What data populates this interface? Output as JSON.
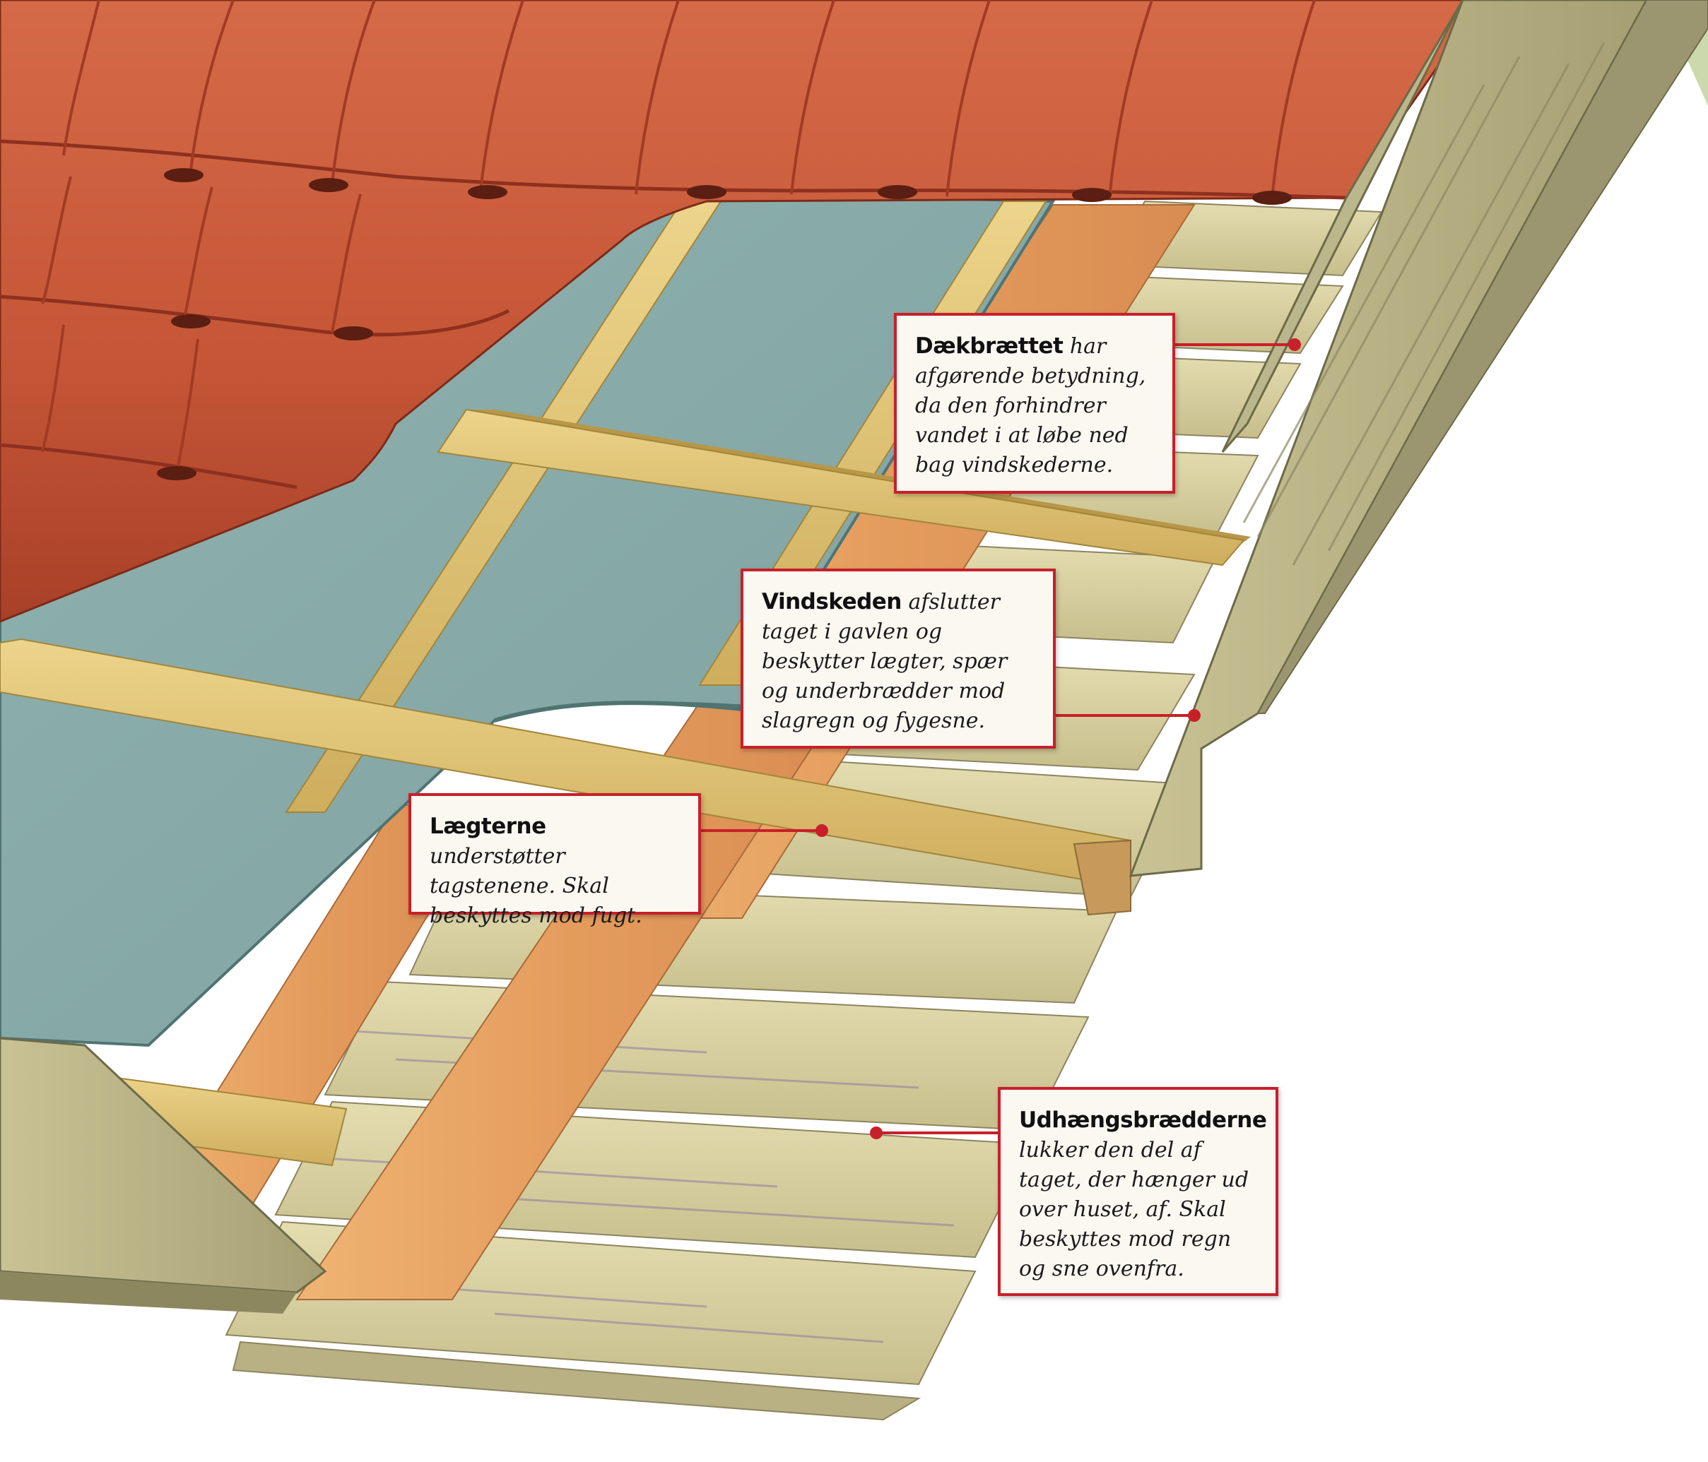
{
  "callouts": {
    "daekbraettet": {
      "title": "Dækbrættet",
      "text": "har afgørende betydning, da den forhindrer vandet i at løbe ned bag vindskederne."
    },
    "vindskeden": {
      "title": "Vindskeden",
      "text": "afslutter taget i gavlen og beskytter lægter, spær og underbrædder mod slagregn og fygesne."
    },
    "laegterne": {
      "title": "Lægterne",
      "text": "understøtter tagstenene. Skal beskyttes mod fugt."
    },
    "udhaeng": {
      "title": "Udhængsbrædderne",
      "text": "lukker den del af taget, der hænger ud over huset, af. Skal beskyttes mod regn og sne ovenfra."
    }
  },
  "colors": {
    "callout_border": "#c8202a",
    "tile": "#c85a3c",
    "tile_dark": "#8e3020",
    "membrane": "#86a9a7",
    "batten": "#e0c173",
    "rafter": "#e6a262",
    "board": "#d7d0a1",
    "fascia": "#b5af82"
  }
}
